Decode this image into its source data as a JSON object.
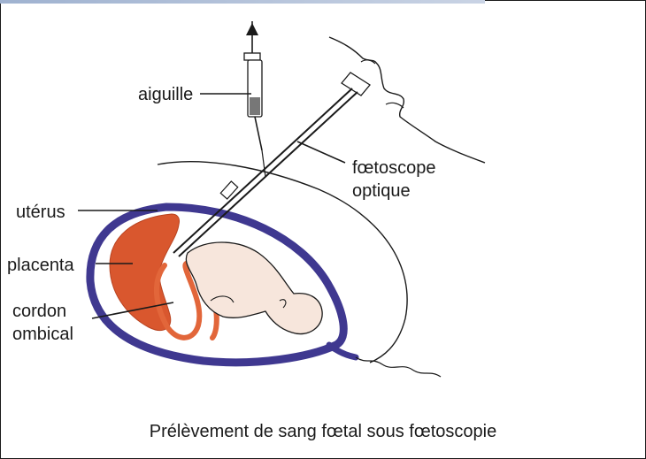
{
  "labels": {
    "aiguille": "aiguille",
    "foetoscope_line1": "fœtoscope",
    "foetoscope_line2": "optique",
    "uterus": "utérus",
    "placenta": "placenta",
    "cordon_line1": "cordon",
    "cordon_line2": "ombical"
  },
  "caption": "Prélèvement de sang fœtal sous fœtoscopie",
  "colors": {
    "uterus": "#3f3890",
    "placenta": "#d9572e",
    "cord": "#e2663a",
    "outline": "#1a1a1a",
    "skin": "#f7d6c4"
  }
}
